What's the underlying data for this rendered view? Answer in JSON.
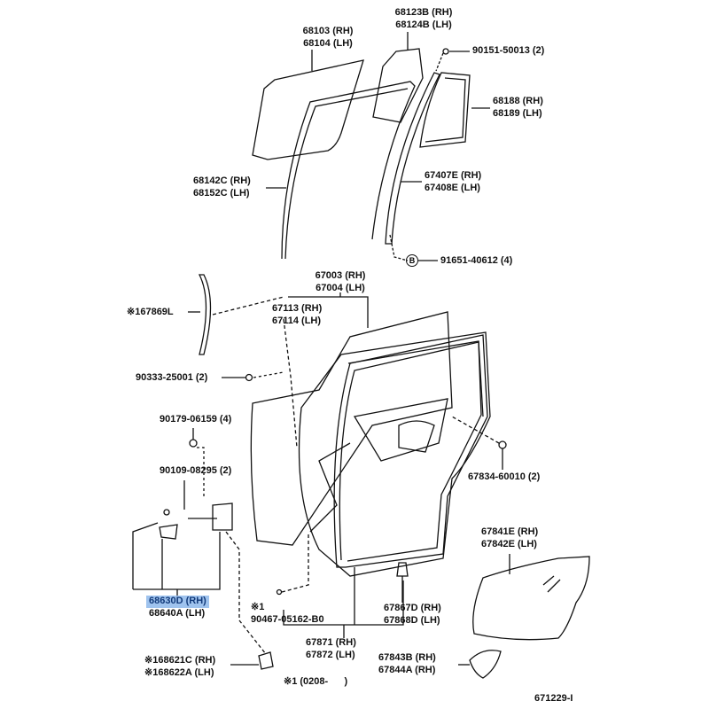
{
  "diagram": {
    "callouts": {
      "glass": [
        "68103 (RH)",
        "68104 (LH)"
      ],
      "quarter_glass_a": [
        "68123B (RH)",
        "68124B (LH)"
      ],
      "screw_top": "90151-50013 (2)",
      "quarter_glass_b": [
        "68188 (RH)",
        "68189 (LH)"
      ],
      "run_channel": [
        "68142C (RH)",
        "68152C (LH)"
      ],
      "division_bar": [
        "67407E (RH)",
        "67408E (LH)"
      ],
      "bolt_b": "91651-40612 (4)",
      "bolt_b_marker": "B",
      "door_panel": [
        "67003 (RH)",
        "67004 (LH)"
      ],
      "moulding": "※167869L",
      "frame": [
        "67113 (RH)",
        "67114 (LH)"
      ],
      "plug_a": "90333-25001 (2)",
      "bolt_hinge": "90179-06159 (4)",
      "bolt_b2": "90109-08295 (2)",
      "plug_b": "67834-60010 (2)",
      "service_cover": [
        "67841E (RH)",
        "67842E (LH)"
      ],
      "hinge": [
        "68630D (RH)",
        "68640A (LH)"
      ],
      "clip_note": "※1",
      "clip": "90467-05162-B0",
      "clip_b": [
        "67867D (RH)",
        "67868D (LH)"
      ],
      "weatherstrip": [
        "67871 (RH)",
        "67872 (LH)"
      ],
      "check": [
        "※168621C (RH)",
        "※168622A (LH)"
      ],
      "cover_small": [
        "67843B (RH)",
        "67844A (RH)"
      ],
      "footnote": "※1 (0208-      )",
      "figure_id": "671229-I"
    },
    "highlight_color": "#9fc3ee"
  }
}
